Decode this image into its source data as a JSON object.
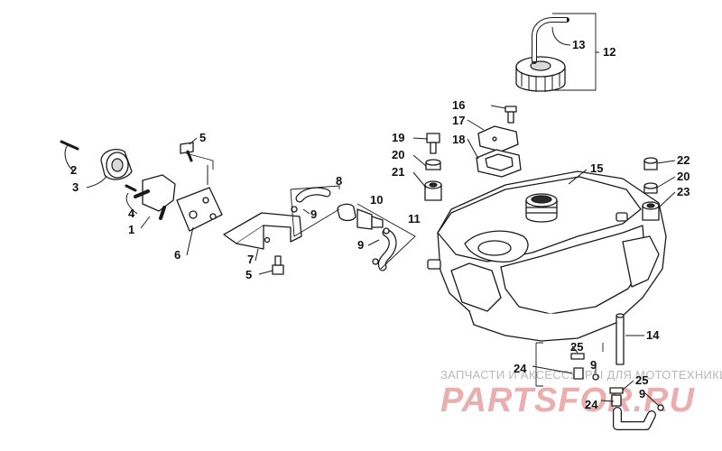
{
  "diagram": {
    "callouts": {
      "c1": "1",
      "c2": "2",
      "c3": "3",
      "c4": "4",
      "c5a": "5",
      "c5b": "5",
      "c6": "6",
      "c7": "7",
      "c8": "8",
      "c9a": "9",
      "c9b": "9",
      "c9c": "9",
      "c9d": "9",
      "c10": "10",
      "c11": "11",
      "c12": "12",
      "c13": "13",
      "c14": "14",
      "c15": "15",
      "c16": "16",
      "c17": "17",
      "c18": "18",
      "c19": "19",
      "c20a": "20",
      "c20b": "20",
      "c21": "21",
      "c22": "22",
      "c23": "23",
      "c24a": "24",
      "c24b": "24",
      "c25a": "25",
      "c25b": "25"
    }
  },
  "watermark": {
    "tagline": "ЗАПЧАСТИ И АКСЕССУАРЫ ДЛЯ МОТОТЕХНИКИ",
    "logo": "PARTSFOR.RU",
    "color": "#e8a0a0"
  }
}
